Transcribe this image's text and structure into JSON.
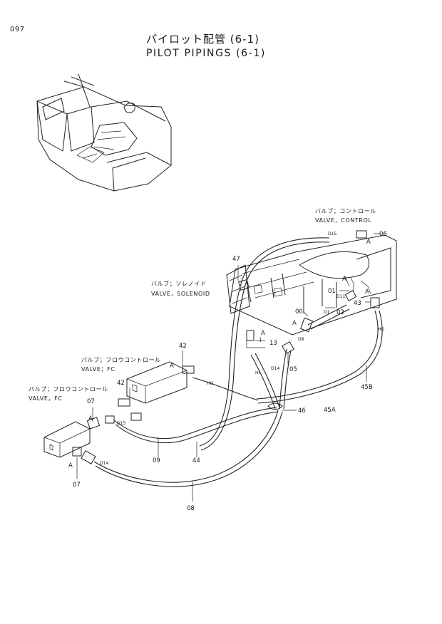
{
  "page": {
    "number": "097"
  },
  "title": {
    "japanese": "パイロット配管 (6-1)",
    "english": "PILOT PIPINGS (6-1)"
  },
  "labels": {
    "valve_control_jp": "バルブ；コントロール",
    "valve_control_en": "VALVE，CONTROL",
    "valve_solenoid_jp": "バルブ；ソレノイド",
    "valve_solenoid_en": "VALVE，SOLENOID",
    "valve_fc_upper_jp": "バルブ；フロウコントロール",
    "valve_fc_upper_en": "VALVE；FC",
    "valve_fc_lower_jp": "バルブ；フロウコントロール",
    "valve_fc_lower_en": "VALVE，FC"
  },
  "part_numbers": {
    "p06": "06",
    "p47": "47",
    "p01": "01",
    "p43": "43",
    "p00": "00",
    "p02": "02",
    "p13": "13",
    "p42a": "42",
    "p05": "05",
    "p45b": "45B",
    "p42b": "42",
    "p46": "46",
    "p45a": "45A",
    "p07a": "07",
    "p09": "09",
    "p44": "44",
    "p07b": "07",
    "p08": "08"
  },
  "markers": {
    "a1": "A",
    "a2": "A",
    "a3": "A",
    "a4": "A",
    "a5": "A",
    "a6": "A",
    "a7": "A",
    "a8": "A",
    "i1": "I"
  },
  "port_codes": {
    "d15_top": "D15",
    "d11_right": "D11",
    "d1_right": "D1",
    "d14_mid": "D14",
    "hi_mid": "HI",
    "ho_upper": "HO",
    "d15_left": "D15",
    "d14_low": "D14",
    "ho_right": "HO",
    "d8_mid": "D8"
  }
}
